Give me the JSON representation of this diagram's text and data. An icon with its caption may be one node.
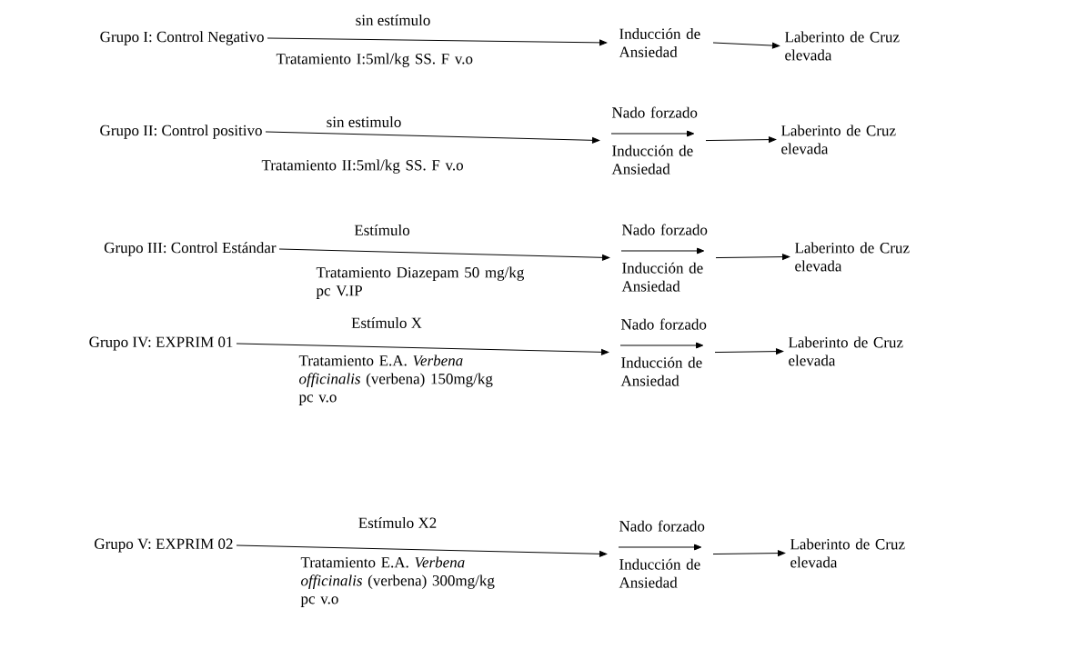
{
  "diagram": {
    "nodes": [
      {
        "text": [
          "Grupo I: Control Negativo"
        ]
      },
      {
        "text": [
          "Inducción de Ansiedad"
        ]
      },
      {
        "text": [
          "Laberinto de Cruz elevada"
        ]
      },
      {
        "text": [
          "Grupo II: Control positivo"
        ]
      },
      {
        "text": [
          "Nado forzado",
          "Inducción de Ansiedad"
        ]
      },
      {
        "text": [
          "Laberinto de Cruz elevada"
        ]
      },
      {
        "text": [
          "Grupo III: Control Estándar"
        ]
      },
      {
        "text": [
          "Nado forzado",
          "Inducción de Ansiedad"
        ]
      },
      {
        "text": [
          "Laberinto de Cruz elevada"
        ]
      },
      {
        "text": [
          "Grupo IV: EXPRIM 01"
        ]
      },
      {
        "text": [
          "Nado forzado",
          "Inducción de Ansiedad"
        ]
      },
      {
        "text": [
          "Laberinto de Cruz elevada"
        ]
      },
      {
        "text": [
          "Grupo V: EXPRIM 02"
        ]
      },
      {
        "text": [
          "Nado forzado",
          "Inducción de Ansiedad"
        ]
      },
      {
        "text": [
          "Laberinto de Cruz elevada"
        ]
      }
    ],
    "edges": [
      {
        "from": 0,
        "to": 1,
        "arrow": "to",
        "label": "sin estímulo"
      },
      {
        "from": 1,
        "to": 2,
        "arrow": "to"
      },
      {
        "from": 3,
        "to": 4,
        "arrow": "to",
        "label": "sin estimulo"
      },
      {
        "from": 4,
        "to": 5,
        "arrow": "to"
      },
      {
        "from": 6,
        "to": 7,
        "arrow": "to",
        "label": "Estímulo"
      },
      {
        "from": 7,
        "to": 8,
        "arrow": "to"
      },
      {
        "from": 9,
        "to": 10,
        "arrow": "to",
        "label": "Estímulo X"
      },
      {
        "from": 10,
        "to": 11,
        "arrow": "to"
      },
      {
        "from": 12,
        "to": 13,
        "arrow": "to",
        "label": "Estímulo X2"
      },
      {
        "from": 13,
        "to": 14,
        "arrow": "to"
      }
    ],
    "labels": [
      "Tratamiento I:5ml/kg SS. F v.o",
      "Tratamiento II:5ml/kg SS. F v.o",
      "Tratamiento Diazepam 50 mg/kg pc V.IP",
      "Tratamiento E.A. *Verbena officinalis* (verbena) 150mg/kg pc v.o",
      "Tratamiento E.A. *Verbena officinalis* (verbena) 300mg/kg pc v.o"
    ]
  }
}
